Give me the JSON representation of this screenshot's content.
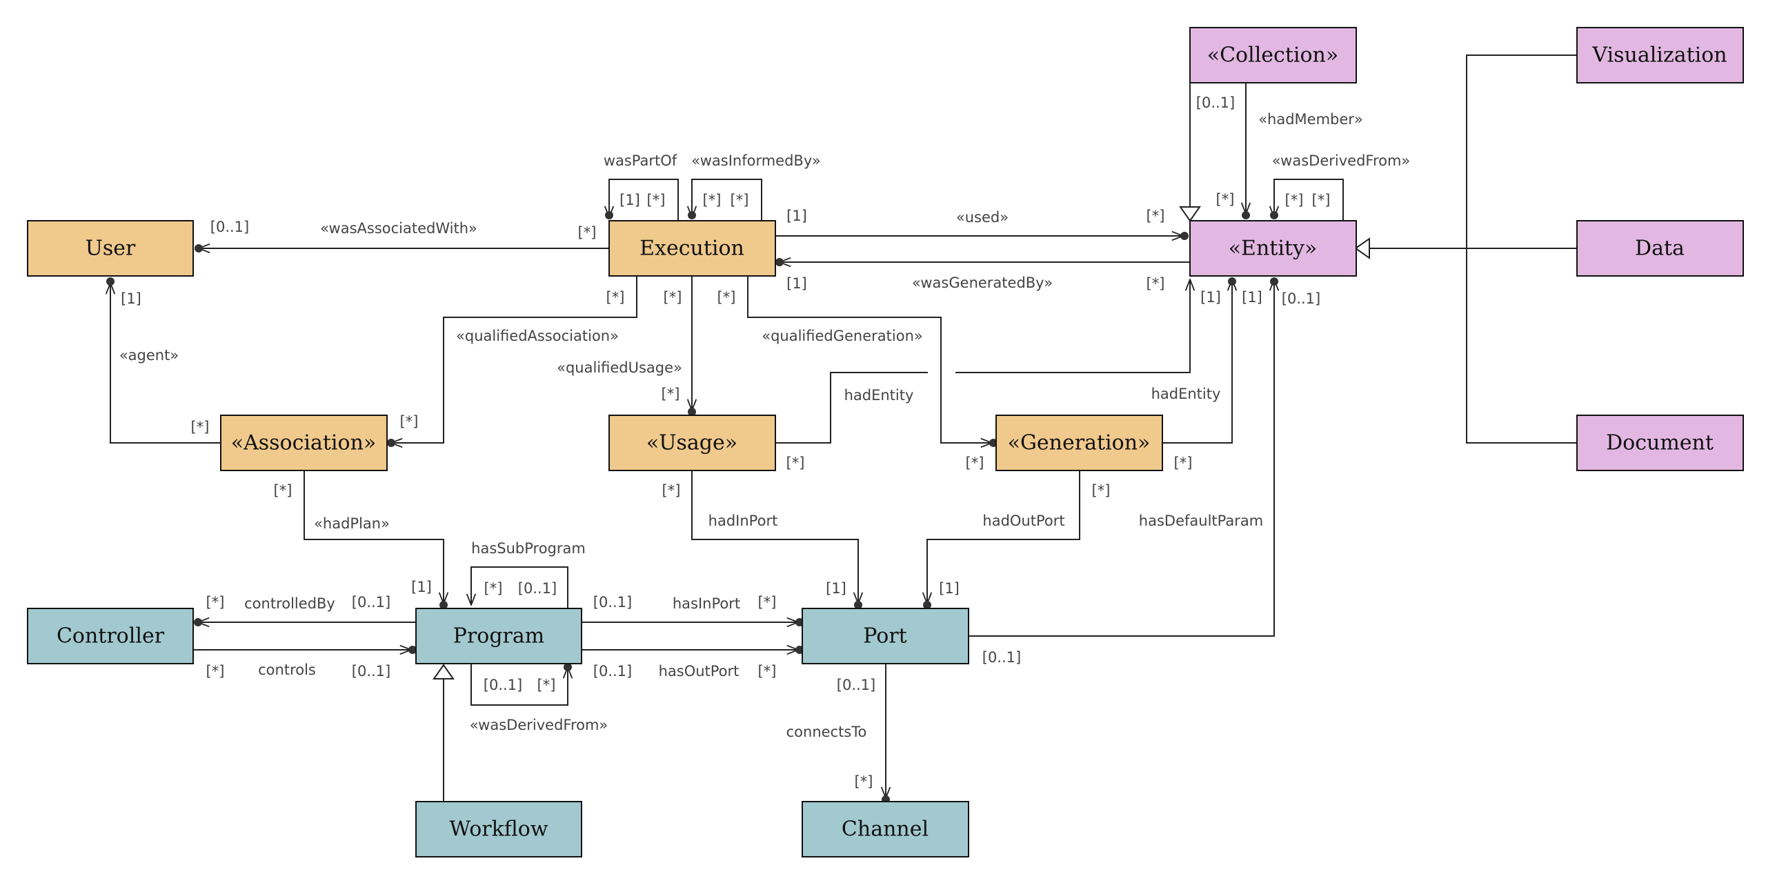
{
  "colors": {
    "orange": "#f0c98d",
    "pink": "#e2b8e2",
    "teal": "#a2c9cf"
  },
  "classes": {
    "user": "User",
    "execution": "Execution",
    "collection": "«Collection»",
    "entity": "«Entity»",
    "visualization": "Visualization",
    "data": "Data",
    "document": "Document",
    "association": "«Association»",
    "usage": "«Usage»",
    "generation": "«Generation»",
    "controller": "Controller",
    "program": "Program",
    "port": "Port",
    "workflow": "Workflow",
    "channel": "Channel"
  },
  "labels": {
    "wasAssociatedWith": "«wasAssociatedWith»",
    "wasPartOf": "wasPartOf",
    "wasInformedBy": "«wasInformedBy»",
    "used": "«used»",
    "wasGeneratedBy": "«wasGeneratedBy»",
    "hadMember": "«hadMember»",
    "wasDerivedFromEntity": "«wasDerivedFrom»",
    "agent": "«agent»",
    "qualifiedAssociation": "«qualifiedAssociation»",
    "qualifiedUsage": "«qualifiedUsage»",
    "qualifiedGeneration": "«qualifiedGeneration»",
    "hadEntityUsage": "hadEntity",
    "hadEntityGeneration": "hadEntity",
    "hadPlan": "«hadPlan»",
    "hasSubProgram": "hasSubProgram",
    "hadInPort": "hadInPort",
    "hadOutPort": "hadOutPort",
    "hasDefaultParam": "hasDefaultParam",
    "controlledBy": "controlledBy",
    "controls": "controls",
    "hasInPort": "hasInPort",
    "hasOutPort": "hasOutPort",
    "wasDerivedFromProgram": "«wasDerivedFrom»",
    "connectsTo": "connectsTo"
  },
  "mult": {
    "userAssoc": "[0..1]",
    "execAssoc": "[*]",
    "partOf1": "[1]",
    "partOfStar": "[*]",
    "informed1": "[*]",
    "informed2": "[*]",
    "execUsed": "[1]",
    "entityUsed": "[*]",
    "execGen": "[1]",
    "entityGen": "[*]",
    "collMember": "[0..1]",
    "entityMember": "[*]",
    "derived1": "[*]",
    "derived2": "[*]",
    "userAgent": "[1]",
    "assocAgent": "[*]",
    "execQA": "[*]",
    "assocQA": "[*]",
    "execQU": "[*]",
    "usageQU": "[*]",
    "execQG": "[*]",
    "genQG": "[*]",
    "usageEntity": "[*]",
    "entityUsage": "[1]",
    "genEntity": "[*]",
    "entityGenE": "[1]",
    "entityDefault": "[0..1]",
    "assocPlan": "[*]",
    "programPlan": "[1]",
    "sub1": "[*]",
    "sub2": "[0..1]",
    "usagePort": "[*]",
    "portIn": "[1]",
    "genPort": "[*]",
    "portOut": "[1]",
    "portDefault": "[0..1]",
    "ctrlBy1": "[*]",
    "ctrlBy2": "[0..1]",
    "ctrls1": "[*]",
    "ctrls2": "[0..1]",
    "inPort1": "[0..1]",
    "inPort2": "[*]",
    "outPort1": "[0..1]",
    "outPort2": "[*]",
    "pderiv1": "[0..1]",
    "pderiv2": "[*]",
    "portConn": "[0..1]",
    "channelConn": "[*]"
  }
}
